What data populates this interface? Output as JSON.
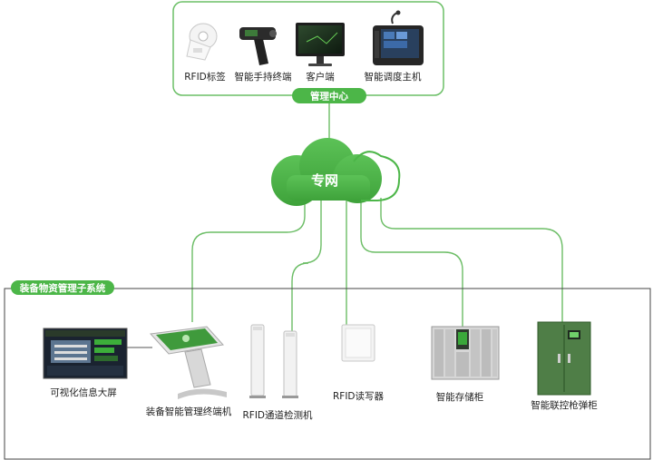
{
  "management_center": {
    "tag": "管理中心",
    "devices": [
      {
        "label": "RFID标签",
        "icon": "rfid-tag-roll-icon"
      },
      {
        "label": "智能手持终端",
        "icon": "handheld-scanner-icon"
      },
      {
        "label": "客户端",
        "icon": "desktop-monitor-icon"
      },
      {
        "label": "智能调度主机",
        "icon": "dispatch-console-icon"
      }
    ]
  },
  "network": {
    "label": "专网",
    "icon": "cloud-icon"
  },
  "subsystem": {
    "tag": "装备物资管理子系统",
    "devices": [
      {
        "label": "可视化信息大屏",
        "icon": "display-screen-icon"
      },
      {
        "label": "装备智能管理终端机",
        "icon": "kiosk-terminal-icon"
      },
      {
        "label": "RFID通道检测机",
        "icon": "rfid-gate-icon"
      },
      {
        "label": "RFID读写器",
        "icon": "rfid-reader-icon"
      },
      {
        "label": "智能存储柜",
        "icon": "storage-cabinet-icon"
      },
      {
        "label": "智能联控枪弹柜",
        "icon": "gun-cabinet-icon"
      }
    ]
  },
  "colors": {
    "accent": "#4cb648",
    "line": "#63b85f",
    "border": "#444444"
  }
}
